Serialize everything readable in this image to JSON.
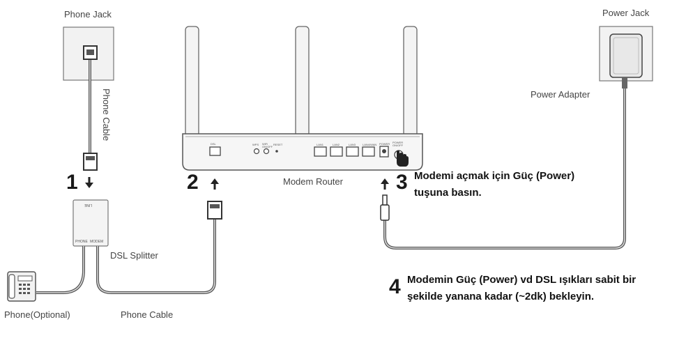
{
  "labels": {
    "phone_jack": "Phone Jack",
    "phone_cable_vertical": "Phone Cable",
    "dsl_splitter": "DSL Splitter",
    "phone_optional": "Phone(Optional)",
    "phone_cable_bottom": "Phone Cable",
    "modem_router": "Modem Router",
    "power_jack": "Power Jack",
    "power_adapter": "Power Adapter",
    "splitter_top": "LINE",
    "splitter_phone": "PHONE",
    "splitter_modem": "MODEM"
  },
  "steps": {
    "s1": "1",
    "s2": "2",
    "s3": "3",
    "s4": "4"
  },
  "notes": {
    "step3_line1": "Modemi açmak için Güç (Power)",
    "step3_line2": "tuşuna basın.",
    "step4_line1": "Modemin Güç (Power) vd DSL ışıkları sabit bir",
    "step4_line2": "şekilde yanana kadar (~2dk) bekleyin."
  },
  "ports": {
    "dsl": "DSL",
    "wps": "WPS",
    "wifi": "WiFi ON/OFF",
    "reset": "RESET",
    "lan1": "LAN1",
    "lan2": "LAN2",
    "lan3": "LAN3",
    "lan4": "LAN4/WAN",
    "power": "POWER",
    "power_onoff": "POWER ON/OFF"
  },
  "colors": {
    "line": "#555555",
    "fill": "#f2f2f2",
    "text": "#444444",
    "bold": "#111111"
  }
}
